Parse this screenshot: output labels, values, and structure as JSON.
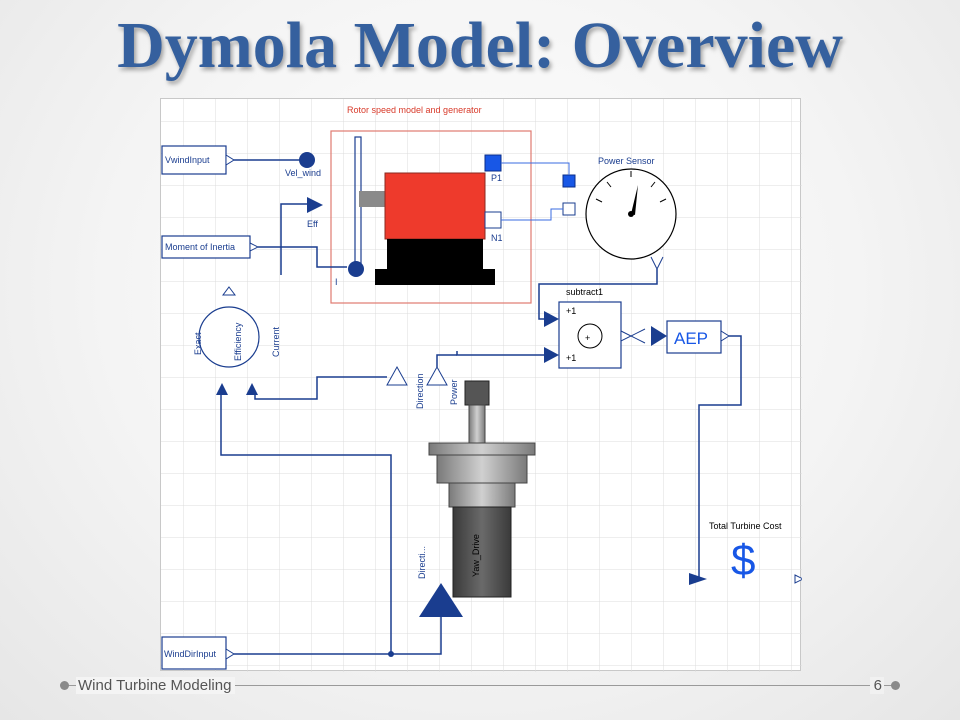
{
  "slide": {
    "title": "Dymola Model: Overview",
    "footer_text": "Wind Turbine Modeling",
    "page_number": "6"
  },
  "diagram": {
    "rotor_group_label": "Rotor speed model and generator",
    "vwind_input": "VwindInput",
    "vel_wind": "Vel_wind",
    "eff": "Eff",
    "moment_of_inertia": "Moment of Inertia",
    "inertia_port": "I",
    "port_p1": "P1",
    "port_n1": "N1",
    "power_sensor": "Power Sensor",
    "subtract": "subtract1",
    "plus_top": "+1",
    "plus_bottom": "+1",
    "plus_sign": "+",
    "aep": "AEP",
    "efficiency": "Efficiency",
    "exact": "Exact",
    "current": "Current",
    "direction": "Direction",
    "power": "Power",
    "yaw_drive": "Yaw_Drive",
    "directi": "Directi...",
    "total_turbine_cost": "Total Turbine Cost",
    "dollar": "$",
    "wind_dir_input": "WindDirInput"
  },
  "colors": {
    "title": "#35609e",
    "wire": "#1a3d8f",
    "generator": "#ee3a2c",
    "group_border": "#e07a70"
  }
}
